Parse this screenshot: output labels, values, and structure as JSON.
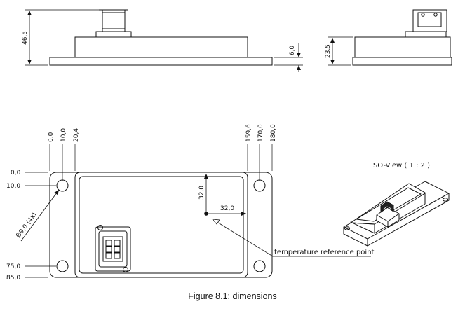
{
  "dims": {
    "height_total": "46,5",
    "base_thickness": "6,0",
    "side_height": "23,5",
    "x0": "0,0",
    "x10": "10,0",
    "x20": "20,4",
    "x159": "159,6",
    "x170": "170,0",
    "x180": "180,0",
    "y0": "0,0",
    "y10": "10,0",
    "y75": "75,0",
    "y85": "85,0",
    "ref_v": "32,0",
    "ref_h": "32,0",
    "hole": "Ø9,0 (4x)"
  },
  "labels": {
    "iso_view": "ISO-View ( 1 : 2 )",
    "temp_ref": "temperature reference point"
  },
  "caption": "Figure 8.1: dimensions"
}
